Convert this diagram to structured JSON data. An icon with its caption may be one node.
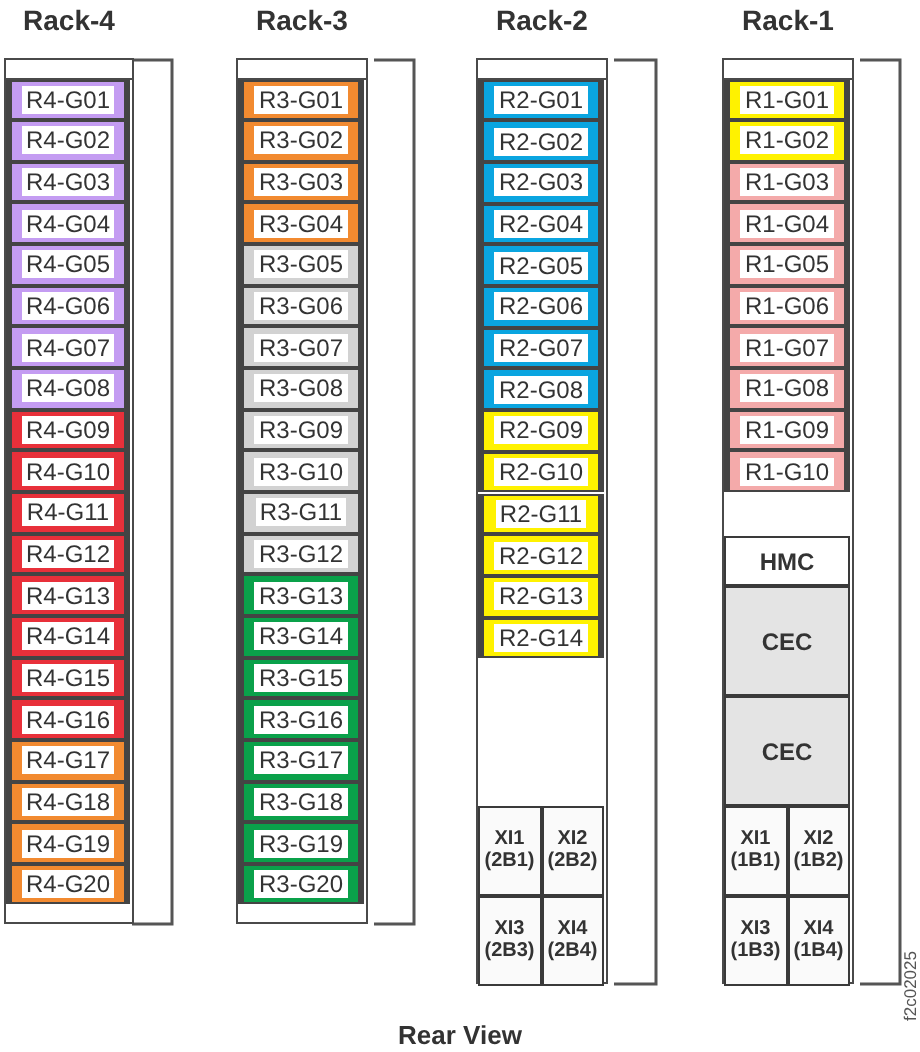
{
  "diagram": {
    "nodes": [
      {
        "text": [
          "Rack-4"
        ]
      },
      {
        "text": [
          "R4-G01"
        ],
        "in": 0
      },
      {
        "text": [
          "R4-G02"
        ],
        "in": 0
      },
      {
        "text": [
          "R4-G03"
        ],
        "in": 0
      },
      {
        "text": [
          "R4-G04"
        ],
        "in": 0
      },
      {
        "text": [
          "R4-G05"
        ],
        "in": 0
      },
      {
        "text": [
          "R4-G06"
        ],
        "in": 0
      },
      {
        "text": [
          "R4-G07"
        ],
        "in": 0
      },
      {
        "text": [
          "R4-G08"
        ],
        "in": 0
      },
      {
        "text": [
          "R4-G09"
        ],
        "in": 0
      },
      {
        "text": [
          "R4-G10"
        ],
        "in": 0
      },
      {
        "text": [
          "R4-G11"
        ],
        "in": 0
      },
      {
        "text": [
          "R4-G12"
        ],
        "in": 0
      },
      {
        "text": [
          "R4-G13"
        ],
        "in": 0
      },
      {
        "text": [
          "R4-G14"
        ],
        "in": 0
      },
      {
        "text": [
          "R4-G15"
        ],
        "in": 0
      },
      {
        "text": [
          "R4-G16"
        ],
        "in": 0
      },
      {
        "text": [
          "R4-G17"
        ],
        "in": 0
      },
      {
        "text": [
          "R4-G18"
        ],
        "in": 0
      },
      {
        "text": [
          "R4-G19"
        ],
        "in": 0
      },
      {
        "text": [
          "R4-G20"
        ],
        "in": 0
      },
      {
        "text": [
          "Rack-3"
        ]
      },
      {
        "text": [
          "R3-G01"
        ],
        "in": 21
      },
      {
        "text": [
          "R3-G02"
        ],
        "in": 21
      },
      {
        "text": [
          "R3-G03"
        ],
        "in": 21
      },
      {
        "text": [
          "R3-G04"
        ],
        "in": 21
      },
      {
        "text": [
          "R3-G05"
        ],
        "in": 21
      },
      {
        "text": [
          "R3-G06"
        ],
        "in": 21
      },
      {
        "text": [
          "R3-G07"
        ],
        "in": 21
      },
      {
        "text": [
          "R3-G08"
        ],
        "in": 21
      },
      {
        "text": [
          "R3-G09"
        ],
        "in": 21
      },
      {
        "text": [
          "R3-G10"
        ],
        "in": 21
      },
      {
        "text": [
          "R3-G11"
        ],
        "in": 21
      },
      {
        "text": [
          "R3-G12"
        ],
        "in": 21
      },
      {
        "text": [
          "R3-G13"
        ],
        "in": 21
      },
      {
        "text": [
          "R3-G14"
        ],
        "in": 21
      },
      {
        "text": [
          "R3-G15"
        ],
        "in": 21
      },
      {
        "text": [
          "R3-G16"
        ],
        "in": 21
      },
      {
        "text": [
          "R3-G17"
        ],
        "in": 21
      },
      {
        "text": [
          "R3-G18"
        ],
        "in": 21
      },
      {
        "text": [
          "R3-G19"
        ],
        "in": 21
      },
      {
        "text": [
          "R3-G20"
        ],
        "in": 21
      },
      {
        "text": [
          "Rack-2"
        ]
      },
      {
        "text": [
          "R2-G01"
        ],
        "in": 42
      },
      {
        "text": [
          "R2-G02"
        ],
        "in": 42
      },
      {
        "text": [
          "R2-G03"
        ],
        "in": 42
      },
      {
        "text": [
          "R2-G04"
        ],
        "in": 42
      },
      {
        "text": [
          "R2-G05"
        ],
        "in": 42
      },
      {
        "text": [
          "R2-G06"
        ],
        "in": 42
      },
      {
        "text": [
          "R2-G07"
        ],
        "in": 42
      },
      {
        "text": [
          "R2-G08"
        ],
        "in": 42
      },
      {
        "text": [
          "R2-G09"
        ],
        "in": 42
      },
      {
        "text": [
          "R2-G10"
        ],
        "in": 42
      },
      {
        "text": [
          "R2-G11"
        ],
        "in": 42
      },
      {
        "text": [
          "R2-G12"
        ],
        "in": 42
      },
      {
        "text": [
          "R2-G13"
        ],
        "in": 42
      },
      {
        "text": [
          "R2-G14"
        ],
        "in": 42
      },
      {
        "text": [
          "XI1 (2B1)"
        ],
        "in": 42
      },
      {
        "text": [
          "XI2 (2B2)"
        ],
        "in": 42
      },
      {
        "text": [
          "XI3 (2B3)"
        ],
        "in": 42
      },
      {
        "text": [
          "XI4 (2B4)"
        ],
        "in": 42
      },
      {
        "text": [
          "Rack-1"
        ]
      },
      {
        "text": [
          "R1-G01"
        ],
        "in": 61
      },
      {
        "text": [
          "R1-G02"
        ],
        "in": 61
      },
      {
        "text": [
          "R1-G03"
        ],
        "in": 61
      },
      {
        "text": [
          "R1-G04"
        ],
        "in": 61
      },
      {
        "text": [
          "R1-G05"
        ],
        "in": 61
      },
      {
        "text": [
          "R1-G06"
        ],
        "in": 61
      },
      {
        "text": [
          "R1-G07"
        ],
        "in": 61
      },
      {
        "text": [
          "R1-G08"
        ],
        "in": 61
      },
      {
        "text": [
          "R1-G09"
        ],
        "in": 61
      },
      {
        "text": [
          "R1-G10"
        ],
        "in": 61
      },
      {
        "text": [
          "HMC"
        ],
        "in": 61
      },
      {
        "text": [
          "CEC"
        ],
        "in": 61
      },
      {
        "text": [
          "CEC"
        ],
        "in": 61
      },
      {
        "text": [
          "XI1 (1B1)"
        ],
        "in": 61
      },
      {
        "text": [
          "XI2 (1B2)"
        ],
        "in": 61
      },
      {
        "text": [
          "XI3 (1B3)"
        ],
        "in": 61
      },
      {
        "text": [
          "XI4 (1B4)"
        ],
        "in": 61
      }
    ],
    "labels": [
      "Rear View",
      "f2c02025"
    ]
  }
}
